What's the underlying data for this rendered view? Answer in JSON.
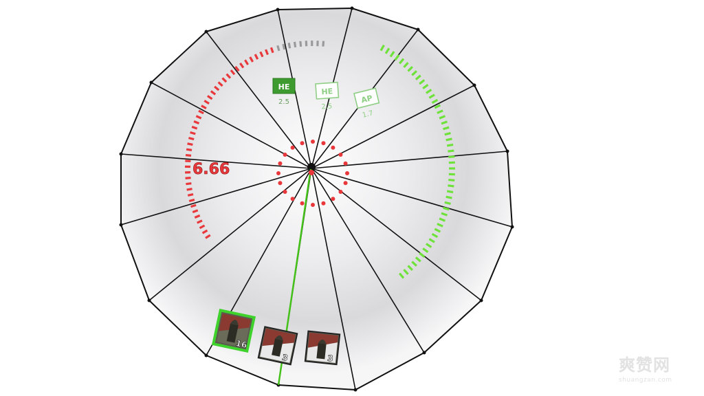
{
  "colors": {
    "enemy_red": "#e8383b",
    "ally_green": "#6ee23a",
    "selected_green": "#3e9b2f",
    "faded_green": "#8fcf85",
    "gray_ticks": "#9a9a9a",
    "umbrella_outline": "#111111",
    "canopy": "#f2f2f4"
  },
  "hud": {
    "distance_readout": "6.66",
    "ammo_types": [
      {
        "label": "HE",
        "value": "2.5",
        "selected": true
      },
      {
        "label": "HE",
        "value": "2.5",
        "selected": false
      },
      {
        "label": "AP",
        "value": "1.7",
        "selected": false
      }
    ],
    "ammo_slots": [
      {
        "count": "16",
        "selected": true,
        "icon": "shell-he-icon"
      },
      {
        "count": "3",
        "selected": false,
        "icon": "shell-he-icon"
      },
      {
        "count": "3",
        "selected": false,
        "icon": "shell-ap-icon"
      }
    ]
  },
  "watermark": {
    "brand": "爽赞网",
    "url": "shuangzan.com"
  }
}
